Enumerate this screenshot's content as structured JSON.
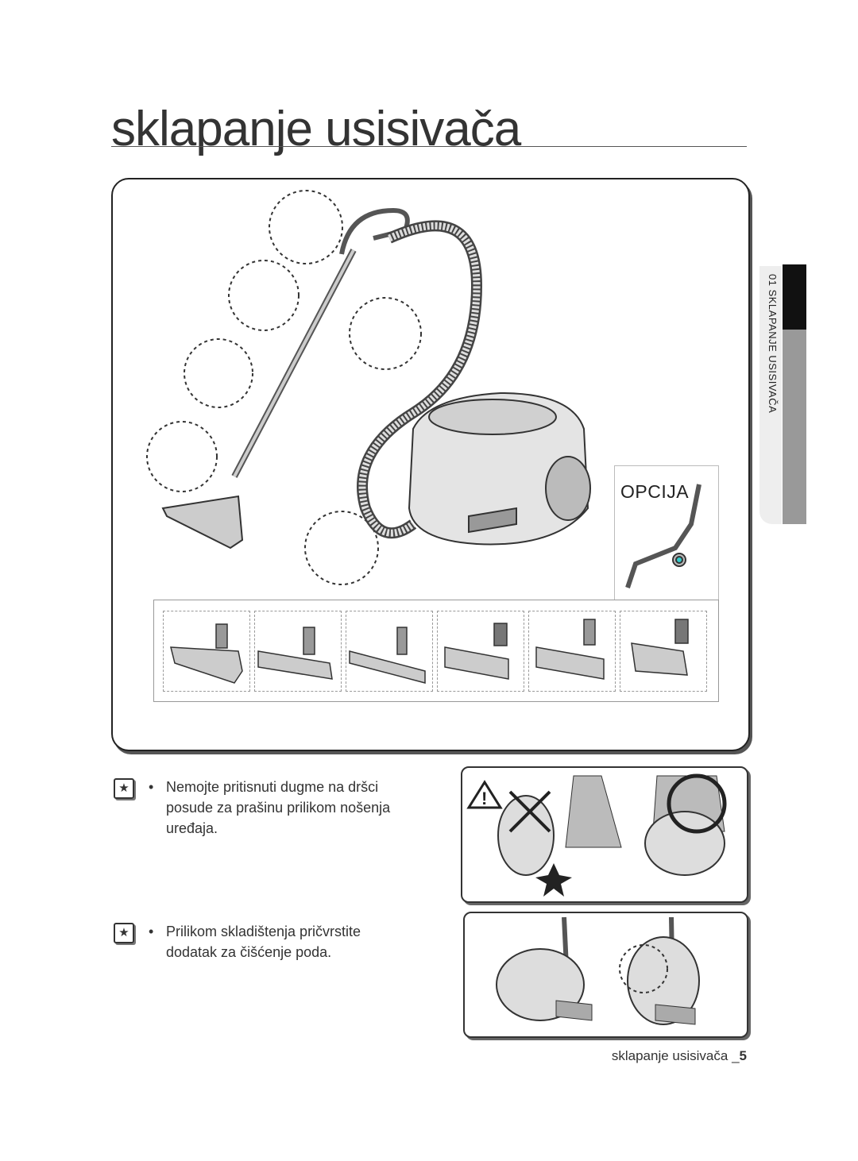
{
  "page": {
    "title": "sklapanje usisivača",
    "side_label": "01  SKLAPANJE USISIVAČA",
    "footer_text": "sklapanje usisivača _",
    "footer_page": "5"
  },
  "figure": {
    "option_label": "OPCIJA"
  },
  "notes": [
    {
      "bullet": "•",
      "text": "Nemojte pritisnuti dugme na dršci posude za prašinu prilikom nošenja uređaja."
    },
    {
      "bullet": "•",
      "text": "Prilikom skladištenja pričvrstite dodatak za čišćenje poda."
    }
  ],
  "icons": {
    "note_icon": "star-icon",
    "warning_icon": "warning-triangle-icon"
  }
}
